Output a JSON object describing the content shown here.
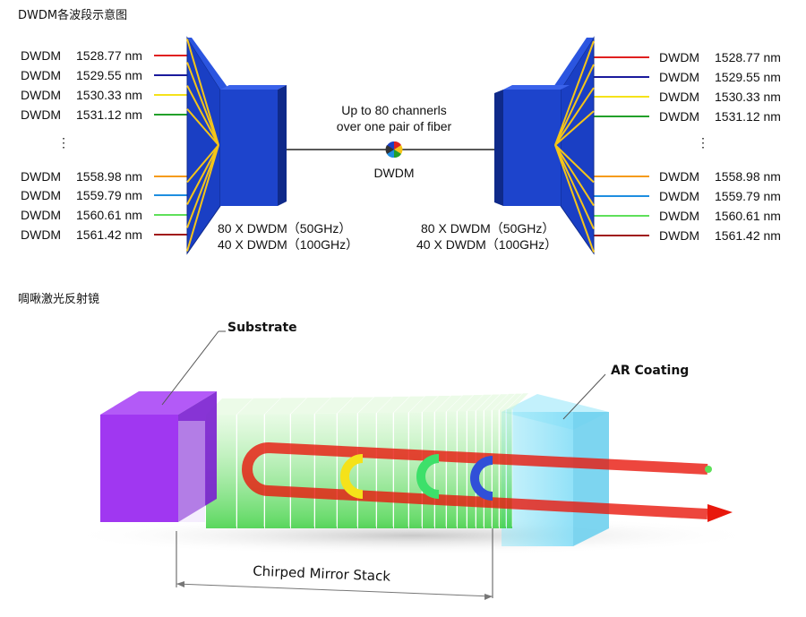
{
  "titles": {
    "dwdm": "DWDM各波段示意图",
    "mirror": "啁啾激光反射镜"
  },
  "left_channels": [
    {
      "name": "DWDM",
      "wavelength": "1528.77 nm",
      "color": "#e02020"
    },
    {
      "name": "DWDM",
      "wavelength": "1529.55 nm",
      "color": "#1a1a9c"
    },
    {
      "name": "DWDM",
      "wavelength": "1530.33 nm",
      "color": "#f5e21a"
    },
    {
      "name": "DWDM",
      "wavelength": "1531.12 nm",
      "color": "#22a02a"
    },
    {
      "name": "DWDM",
      "wavelength": "1558.98 nm",
      "color": "#f59b1a"
    },
    {
      "name": "DWDM",
      "wavelength": "1559.79 nm",
      "color": "#1e8ee0"
    },
    {
      "name": "DWDM",
      "wavelength": "1560.61 nm",
      "color": "#5fe05a"
    },
    {
      "name": "DWDM",
      "wavelength": "1561.42 nm",
      "color": "#a01818"
    }
  ],
  "right_channels": [
    {
      "name": "DWDM",
      "wavelength": "1528.77 nm",
      "color": "#e02020"
    },
    {
      "name": "DWDM",
      "wavelength": "1529.55 nm",
      "color": "#1a1a9c"
    },
    {
      "name": "DWDM",
      "wavelength": "1530.33 nm",
      "color": "#f5e21a"
    },
    {
      "name": "DWDM",
      "wavelength": "1531.12 nm",
      "color": "#22a02a"
    },
    {
      "name": "DWDM",
      "wavelength": "1558.98 nm",
      "color": "#f59b1a"
    },
    {
      "name": "DWDM",
      "wavelength": "1559.79 nm",
      "color": "#1e8ee0"
    },
    {
      "name": "DWDM",
      "wavelength": "1560.61 nm",
      "color": "#5fe05a"
    },
    {
      "name": "DWDM",
      "wavelength": "1561.42 nm",
      "color": "#a01818"
    }
  ],
  "ellipsis": "⋮",
  "fiber": {
    "line1": "Up to 80 channerls",
    "line2": "over one pair of fiber",
    "node_label": "DWDM"
  },
  "left_mux": {
    "line1": "80 X DWDM（50GHz）",
    "line2": "40 X DWDM（100GHz）"
  },
  "right_mux": {
    "line1": "80 X DWDM（50GHz）",
    "line2": "40 X DWDM（100GHz）"
  },
  "mirror_labels": {
    "substrate": "Substrate",
    "ar_coating": "AR Coating",
    "stack": "Chirped Mirror Stack"
  },
  "colors": {
    "mux_blue": "#1a3fc4",
    "mux_dark": "#0f2a8a",
    "fan_yellow": "#f5c518",
    "substrate_purple": "#9b2cf0",
    "ar_cyan": "#7fdcf7",
    "beam_red": "#e8180c"
  }
}
